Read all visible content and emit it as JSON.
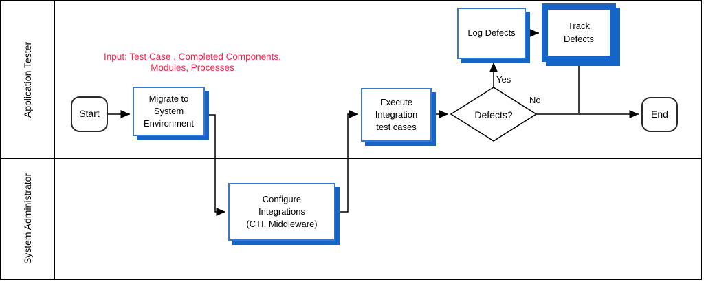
{
  "diagram": {
    "type": "swimlane-flowchart",
    "lanes": [
      {
        "label": "Application Tester"
      },
      {
        "label": "System Administrator"
      }
    ],
    "annotation": {
      "text": "Input: Test Case , Completed Components,\nModules, Processes"
    },
    "nodes": {
      "start": {
        "label": "Start",
        "type": "terminator"
      },
      "migrate": {
        "label": "Migrate to\nSystem\nEnvironment",
        "type": "process"
      },
      "configure": {
        "label": "Configure\nIntegrations\n(CTI, Middleware)",
        "type": "process"
      },
      "execute": {
        "label": "Execute\nIntegration\ntest cases",
        "type": "process"
      },
      "defects": {
        "label": "Defects?",
        "type": "decision"
      },
      "log_defects": {
        "label": "Log Defects",
        "type": "process"
      },
      "track_defects": {
        "label": "Track\nDefects",
        "type": "process-emphasized"
      },
      "end": {
        "label": "End",
        "type": "terminator"
      }
    },
    "edge_labels": {
      "yes": "Yes",
      "no": "No"
    },
    "colors": {
      "box_border": "#3a77cf",
      "box_shadow": "#1565c8",
      "annotation": "#f4264e",
      "line": "#000000"
    }
  }
}
